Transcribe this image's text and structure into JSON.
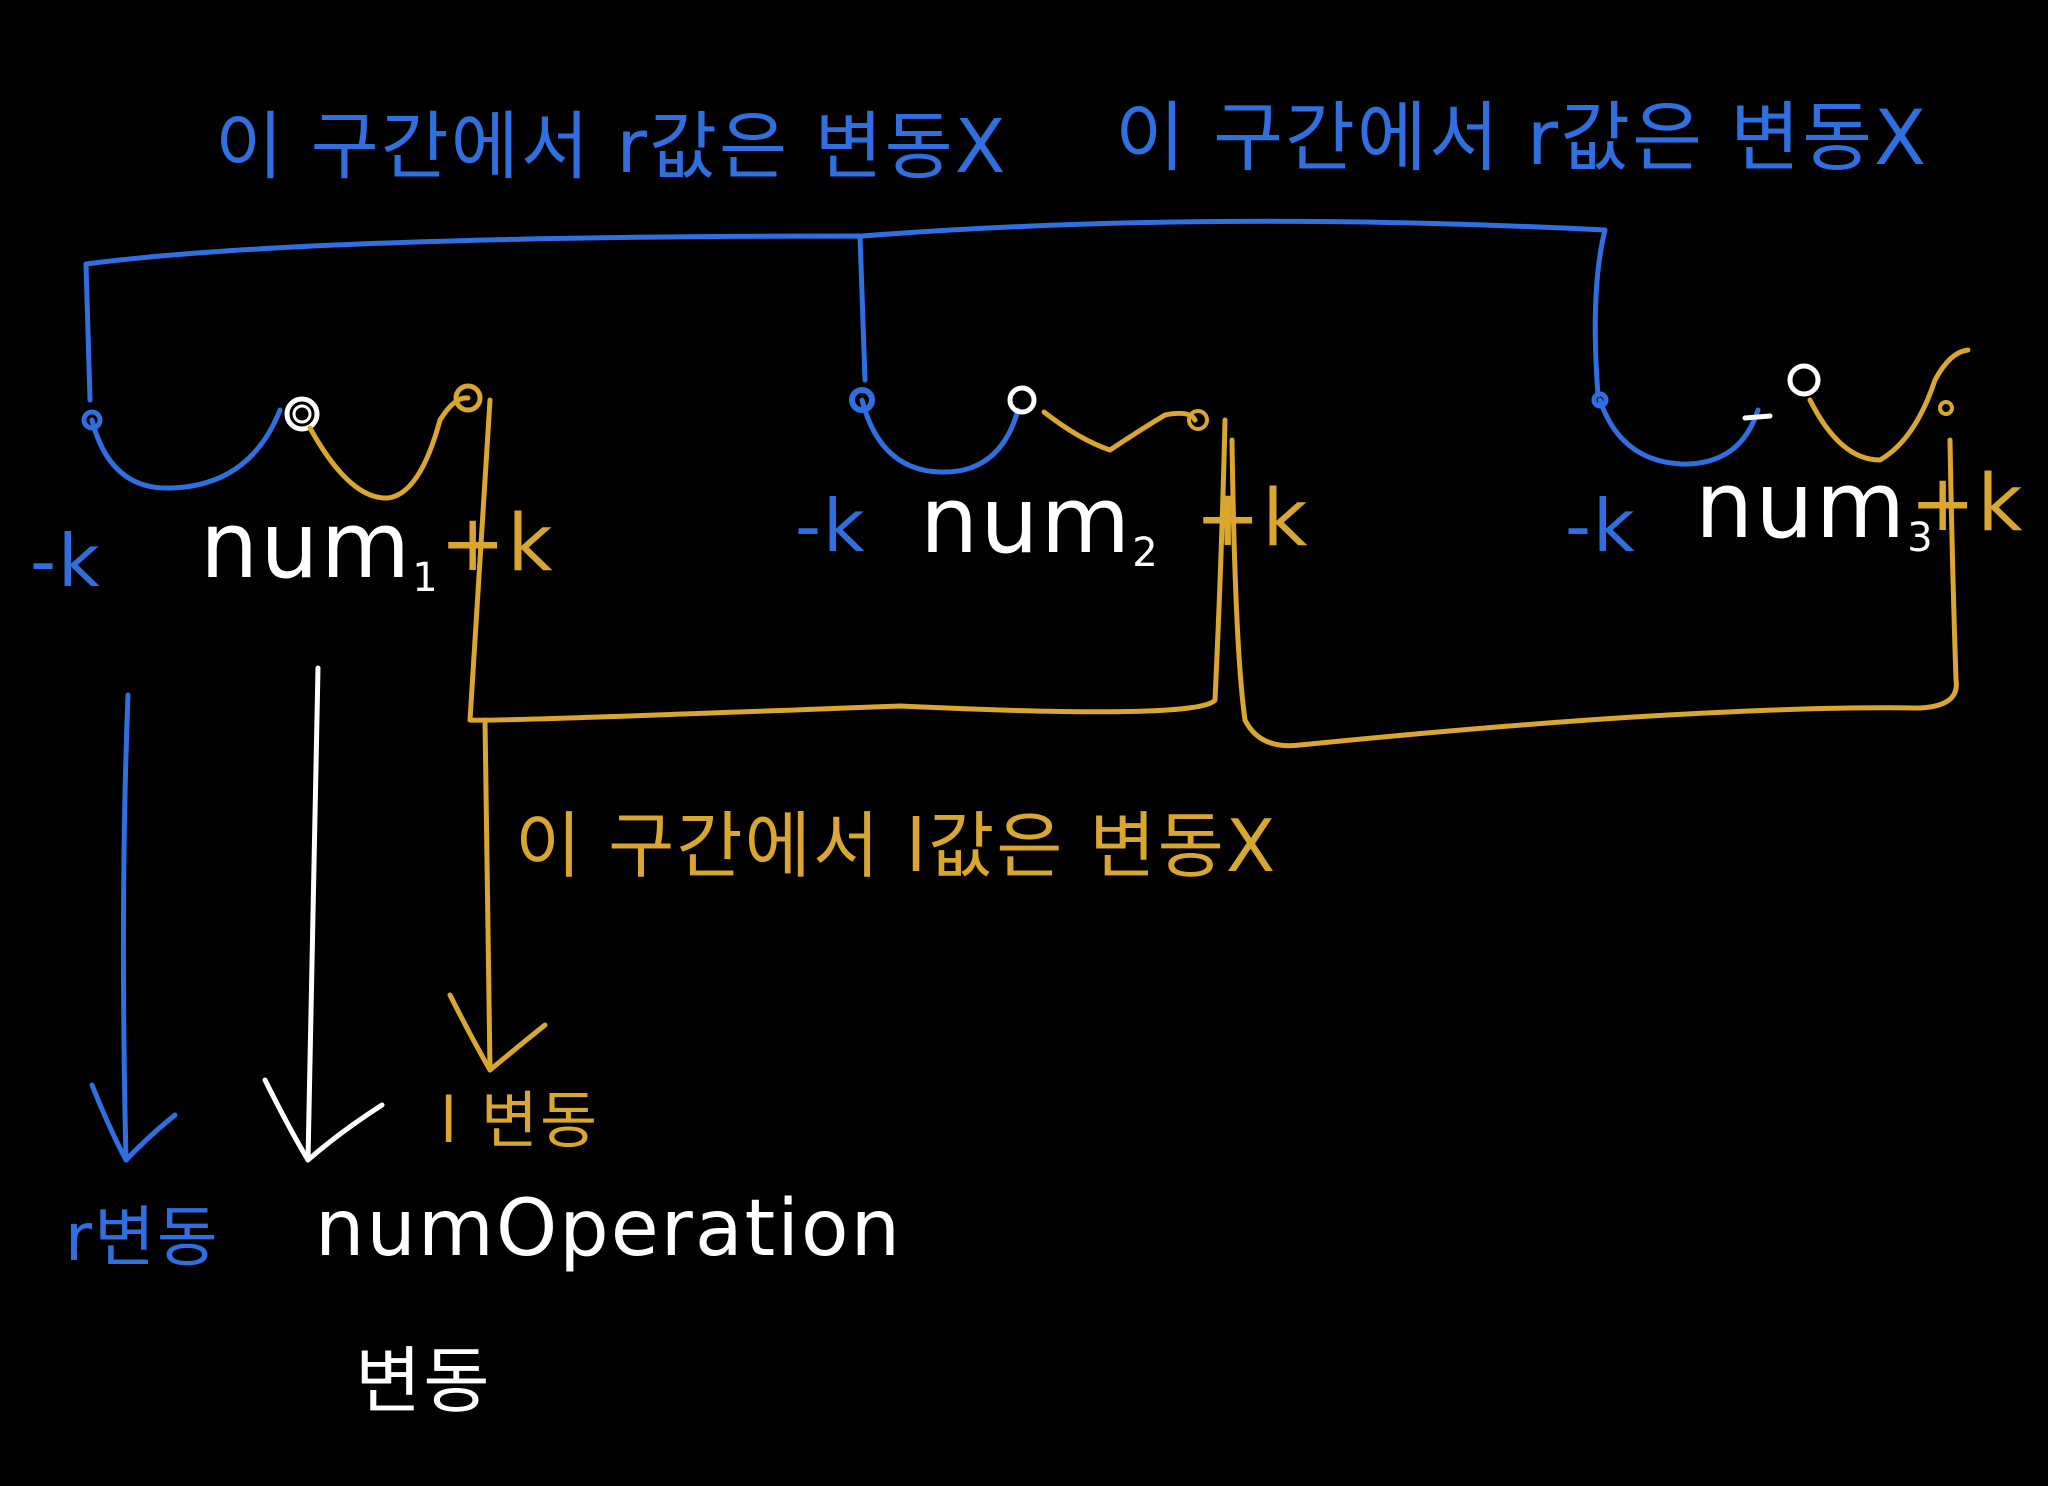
{
  "colors": {
    "background": "#000000",
    "blue": "#2f6fe0",
    "gold": "#d9a630",
    "white": "#ffffff"
  },
  "annotations": {
    "top_left_note": "이 구간에서 r값은 변동X",
    "top_right_note": "이 구간에서 r값은 변동X",
    "middle_note": "이 구간에서 l값은 변동X",
    "r_change": "r변동",
    "l_change": "l 변동",
    "num_operation": "numOperation",
    "num_operation_change": "변동"
  },
  "terms": [
    {
      "minus": "-k",
      "name": "num",
      "sub": "1",
      "plus": "+k"
    },
    {
      "minus": "-k",
      "name": "num",
      "sub": "2",
      "plus": "+k"
    },
    {
      "minus": "-k",
      "name": "num",
      "sub": "3",
      "plus": "+k"
    }
  ]
}
